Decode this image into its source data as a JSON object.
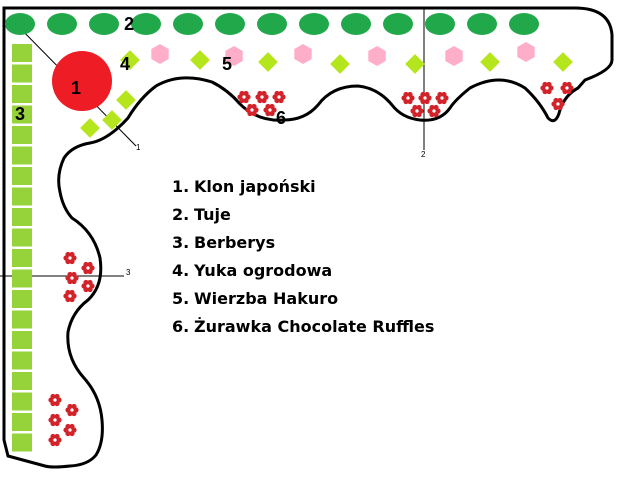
{
  "colors": {
    "tuje": "#20a84a",
    "berberys": "#96d23a",
    "klon": "#ee1c24",
    "yuka": "#b5e61d",
    "wierzba": "#ffaec9",
    "zurawka": "#d2232a",
    "border": "#000000"
  },
  "markers": {
    "klon": "1",
    "tuje": "2",
    "berberys": "3",
    "yuka": "4",
    "wierzba": "5",
    "zurawka": "6"
  },
  "sections": [
    "1",
    "2",
    "3"
  ],
  "legend": [
    {
      "num": "1.",
      "label": "Klon japoński"
    },
    {
      "num": "2.",
      "label": "Tuje"
    },
    {
      "num": "3.",
      "label": "Berberys"
    },
    {
      "num": "4.",
      "label": "Yuka ogrodowa"
    },
    {
      "num": "5.",
      "label": "Wierzba Hakuro"
    },
    {
      "num": "6.",
      "label": "Żurawka Chocolate Ruffles"
    }
  ]
}
